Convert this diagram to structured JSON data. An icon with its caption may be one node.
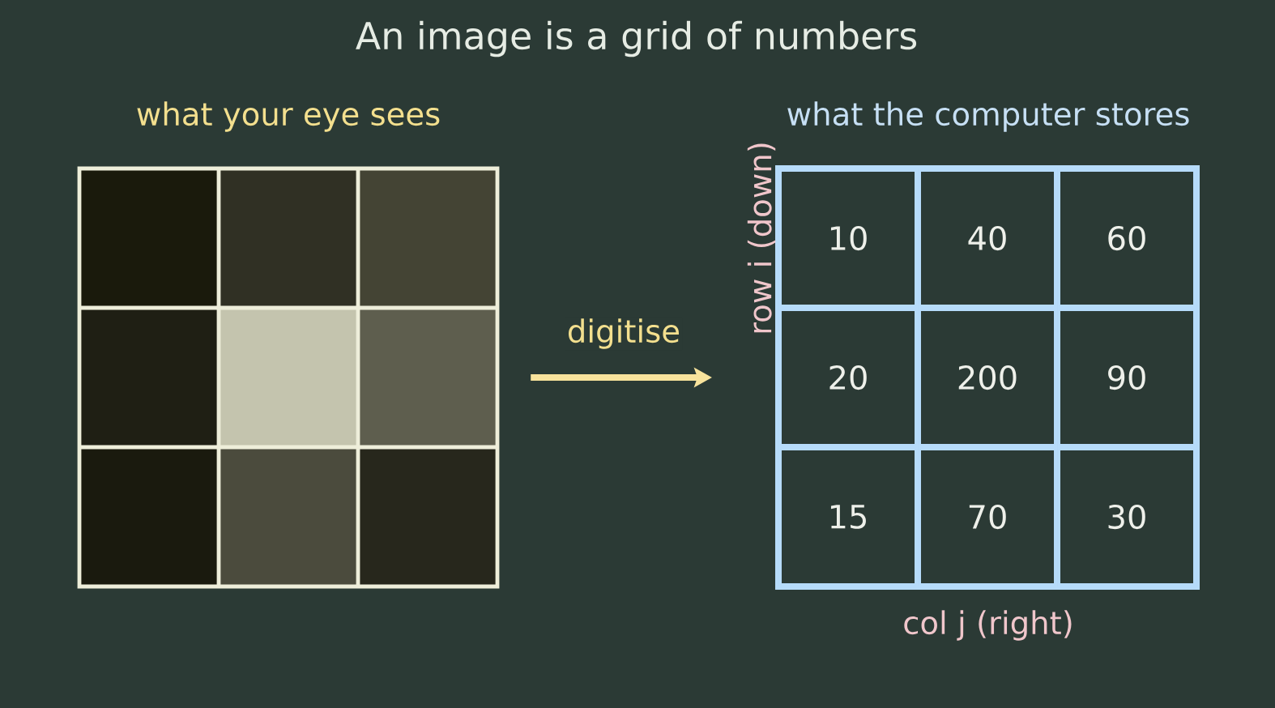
{
  "diagram": {
    "title": "An image is a grid of numbers",
    "nodes": [
      {
        "text": [
          "what your eye sees"
        ]
      },
      {
        "text": [],
        "shape": "box",
        "in": 0
      },
      {
        "text": [],
        "shape": "box",
        "in": 0
      },
      {
        "text": [],
        "shape": "box",
        "in": 0
      },
      {
        "text": [],
        "shape": "box",
        "in": 0
      },
      {
        "text": [],
        "shape": "box",
        "in": 0
      },
      {
        "text": [],
        "shape": "box",
        "in": 0
      },
      {
        "text": [],
        "shape": "box",
        "in": 0
      },
      {
        "text": [],
        "shape": "box",
        "in": 0
      },
      {
        "text": [],
        "shape": "box",
        "in": 0
      },
      {
        "text": [
          "what the computer stores"
        ]
      },
      {
        "text": [
          "10"
        ],
        "in": 10
      },
      {
        "text": [
          "40"
        ],
        "in": 10
      },
      {
        "text": [
          "60"
        ],
        "in": 10
      },
      {
        "text": [
          "20"
        ],
        "in": 10
      },
      {
        "text": [
          "200"
        ],
        "in": 10
      },
      {
        "text": [
          "90"
        ],
        "in": 10
      },
      {
        "text": [
          "15"
        ],
        "in": 10
      },
      {
        "text": [
          "70"
        ],
        "in": 10
      },
      {
        "text": [
          "30"
        ],
        "in": 10
      }
    ],
    "edges": [
      {
        "from": 0,
        "to": 10,
        "arrow": "to",
        "label": "digitise"
      }
    ],
    "labels": [
      "row i (down)",
      "col j (right)"
    ]
  }
}
